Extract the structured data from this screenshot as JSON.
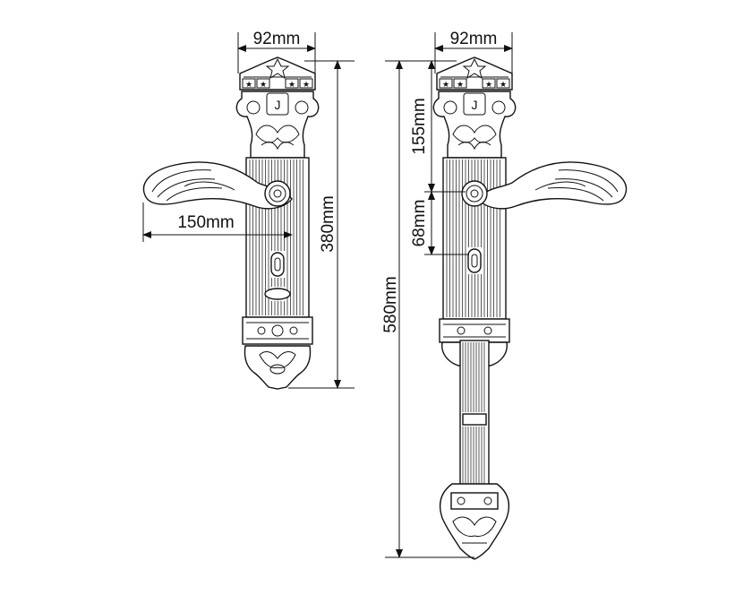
{
  "dimensions": {
    "left_width": "92mm",
    "lever_length": "150mm",
    "left_height": "380mm",
    "right_width": "92mm",
    "top_to_lever": "155mm",
    "lever_to_keyhole": "68mm",
    "right_height": "580mm"
  },
  "crown_letter": "J",
  "colors": {
    "line": "#111111",
    "background": "#ffffff"
  }
}
